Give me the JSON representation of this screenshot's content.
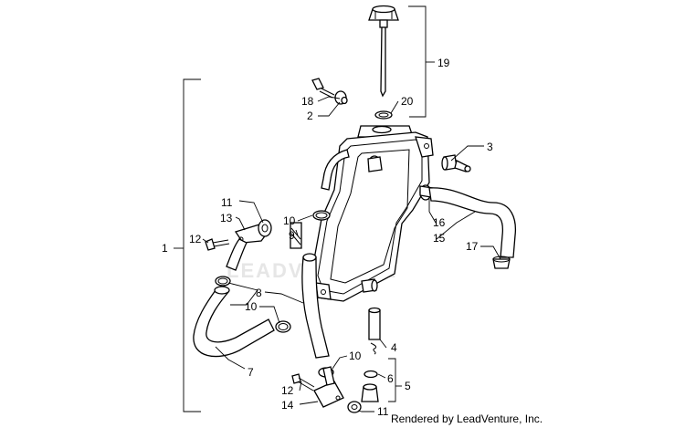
{
  "footer": "Rendered by LeadVenture, Inc.",
  "watermark": "LEADVENTURE",
  "callouts": {
    "c1": "1",
    "c2": "2",
    "c3": "3",
    "c4": "4",
    "c5": "5",
    "c6": "6",
    "c7": "7",
    "c8": "8",
    "c9": "9",
    "c10a": "10",
    "c10b": "10",
    "c10c": "10",
    "c11a": "11",
    "c11b": "11",
    "c12a": "12",
    "c12b": "12",
    "c13": "13",
    "c14": "14",
    "c15": "15",
    "c16": "16",
    "c17": "17",
    "c18": "18",
    "c19": "19",
    "c20": "20"
  }
}
